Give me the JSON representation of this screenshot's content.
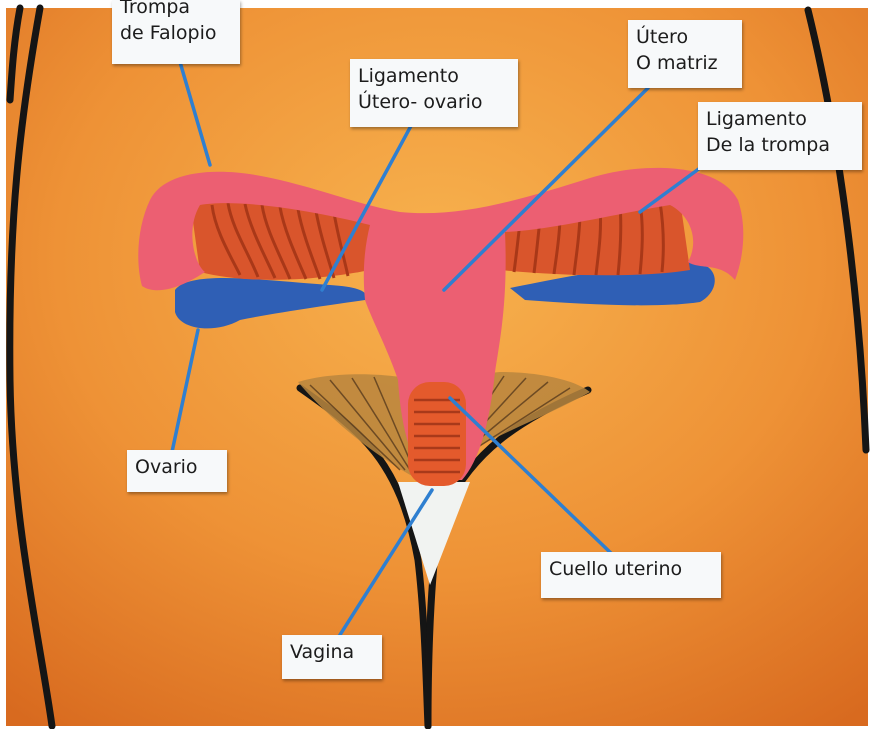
{
  "labels": {
    "trompa": {
      "line1": "Trompa",
      "line2": "de Falopio"
    },
    "ligamento_utero_ovario": {
      "line1": "Ligamento",
      "line2": "Útero- ovario"
    },
    "utero": {
      "line1": "Útero",
      "line2": "O matriz"
    },
    "ligamento_trompa": {
      "line1": "Ligamento",
      "line2": "De la trompa"
    },
    "ovario": {
      "line1": "Ovario"
    },
    "cuello": {
      "line1": "Cuello uterino"
    },
    "vagina": {
      "line1": "Vagina"
    }
  },
  "colors": {
    "background": "#ee9a3c",
    "uterus": "#ec5f72",
    "fallopian_muscle": "#e0582e",
    "ovary": "#2f5fb5",
    "pointer_wire": "#2f7fd0",
    "outline": "#1a1a1a"
  }
}
